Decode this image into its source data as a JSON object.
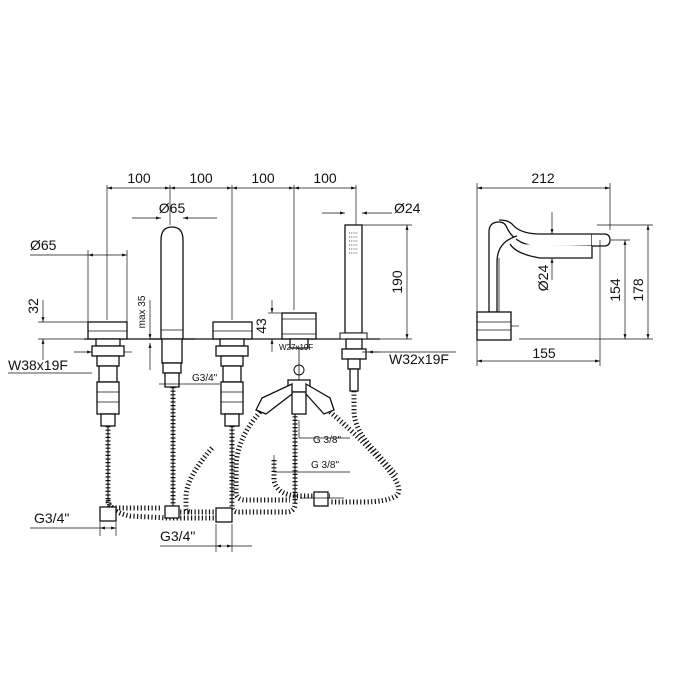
{
  "dimensions": {
    "spacing_1": "100",
    "spacing_2": "100",
    "spacing_3": "100",
    "spacing_4": "100",
    "dia_65_spout": "Ø65",
    "dia_65_left": "Ø65",
    "dia_24_top": "Ø24",
    "dia_24_spout": "Ø24",
    "height_32": "32",
    "max_35": "max 35",
    "height_43": "43",
    "height_190": "190",
    "width_212": "212",
    "depth_155": "155",
    "height_154": "154",
    "height_178": "178"
  },
  "threads": {
    "w38": "W38x19F",
    "w32": "W32x19F",
    "w27": "W27x19F",
    "g34_mid": "G3/4\"",
    "g34_left": "G3/4\"",
    "g34_bottom": "G3/4\"",
    "g38_a": "G 3/8\"",
    "g38_b": "G 3/8\""
  }
}
